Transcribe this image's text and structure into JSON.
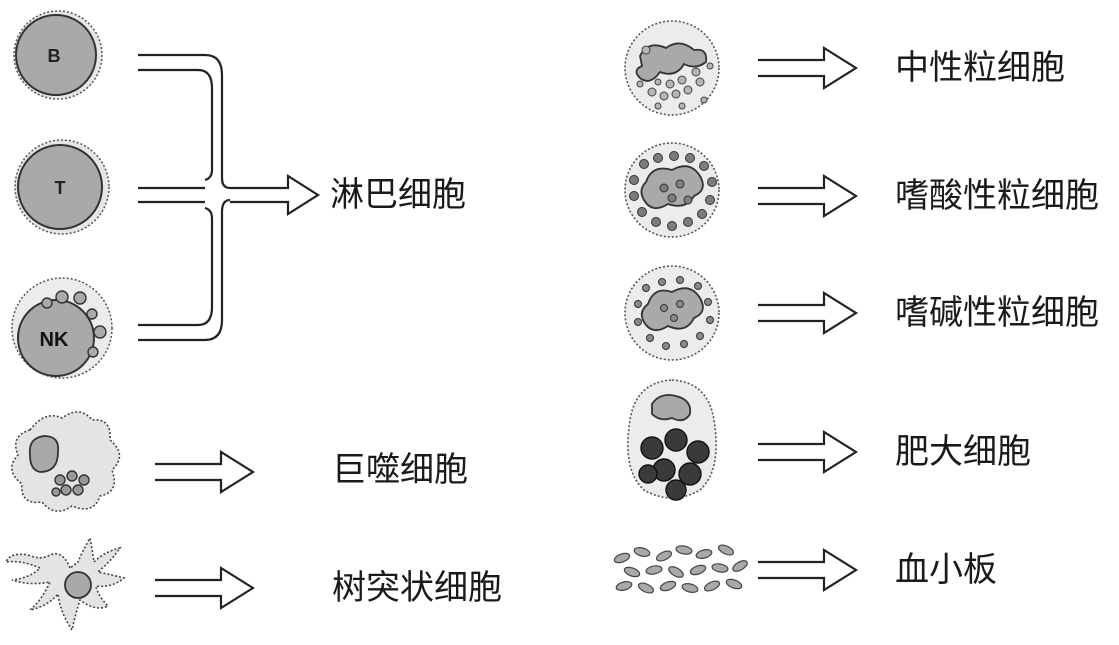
{
  "cells": {
    "b_letter": "B",
    "t_letter": "T",
    "nk_letter": "NK"
  },
  "labels": {
    "lymphocyte": "淋巴细胞",
    "macrophage": "巨噬细胞",
    "dendritic": "树突状细胞",
    "neutrophil": "中性粒细胞",
    "eosinophil": "嗜酸性粒细胞",
    "basophil": "嗜碱性粒细胞",
    "mast": "肥大细胞",
    "platelet": "血小板"
  },
  "colors": {
    "cell_fill": "#dcdcdc",
    "nucleus_fill": "#a8a8a8",
    "granule_dark": "#333333",
    "stroke": "#222222"
  }
}
